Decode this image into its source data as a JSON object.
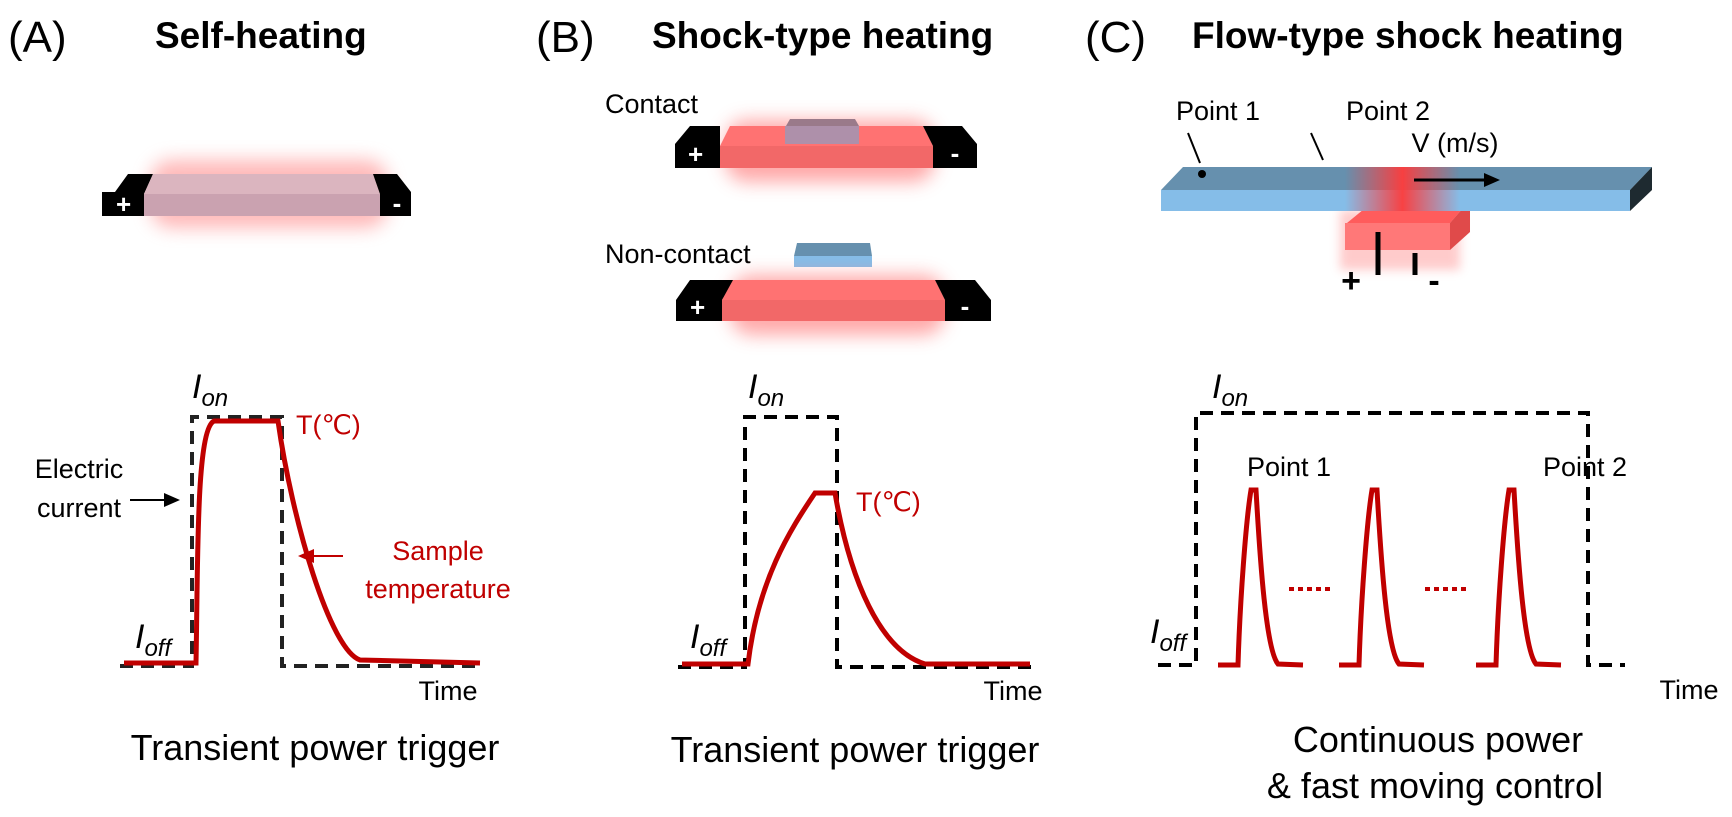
{
  "panels": [
    {
      "letter": "(A)",
      "title": "Self-heating",
      "device": {
        "plus": "+",
        "minus": "-"
      },
      "plot": {
        "i_on": "I",
        "i_on_sub": "on",
        "i_off": "I",
        "i_off_sub": "off",
        "temp_label": "T(℃)",
        "current_annotation": [
          "Electric",
          "current"
        ],
        "temp_annotation": [
          "Sample",
          "temperature"
        ],
        "x_label": "Time"
      },
      "caption": [
        "Transient power trigger"
      ]
    },
    {
      "letter": "(B)",
      "title": "Shock-type heating",
      "devices": [
        {
          "label": "Contact",
          "plus": "+",
          "minus": "-"
        },
        {
          "label": "Non-contact",
          "plus": "+",
          "minus": "-"
        }
      ],
      "plot": {
        "i_on": "I",
        "i_on_sub": "on",
        "i_off": "I",
        "i_off_sub": "off",
        "temp_label": "T(℃)",
        "x_label": "Time"
      },
      "caption": [
        "Transient power trigger"
      ]
    },
    {
      "letter": "(C)",
      "title": "Flow-type shock heating",
      "device": {
        "point1": "Point 1",
        "point2": "Point 2",
        "velocity": "V (m/s)",
        "plus": "+",
        "minus": "-"
      },
      "plot": {
        "i_on": "I",
        "i_on_sub": "on",
        "i_off": "I",
        "i_off_sub": "off",
        "peak_labels": [
          "Point 1",
          "Point 2"
        ],
        "x_label": "Time"
      },
      "caption": [
        "Continuous power",
        "& fast moving control"
      ]
    }
  ],
  "colors": {
    "temperature": "#c00000",
    "current": "#000000",
    "heater": "#ff6b6b",
    "substrate": "#85bde8",
    "substrate_top": "#6690ae"
  }
}
